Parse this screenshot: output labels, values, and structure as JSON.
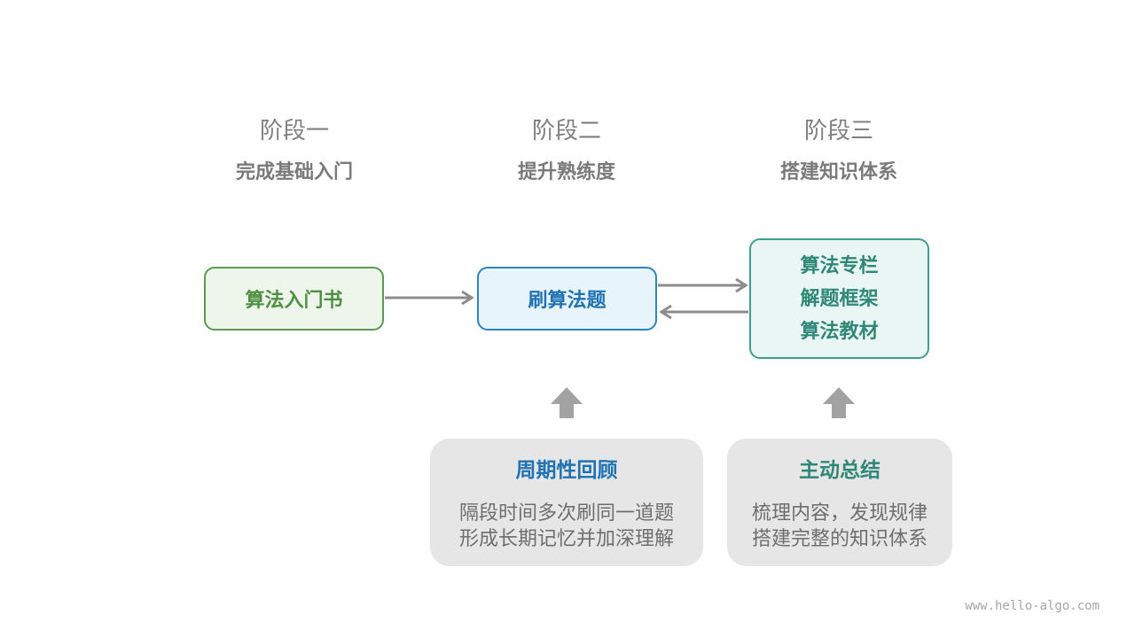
{
  "stages": [
    {
      "title": "阶段一",
      "subtitle": "完成基础入门"
    },
    {
      "title": "阶段二",
      "subtitle": "提升熟练度"
    },
    {
      "title": "阶段三",
      "subtitle": "搭建知识体系"
    }
  ],
  "boxes": {
    "stage1": "算法入门书",
    "stage2": "刷算法题",
    "stage3": [
      "算法专栏",
      "解题框架",
      "算法教材"
    ]
  },
  "cards": [
    {
      "title": "周期性回顾",
      "lines": [
        "隔段时间多次刷同一道题",
        "形成长期记忆并加深理解"
      ],
      "title_color": "#1f72b3"
    },
    {
      "title": "主动总结",
      "lines": [
        "梳理内容，发现规律",
        "搭建完整的知识体系"
      ],
      "title_color": "#2f8877"
    }
  ],
  "colors": {
    "green": "#4f8f43",
    "blue": "#1f72b3",
    "teal": "#2f8877",
    "arrow": "#8c8c8c",
    "card_bg": "#e6e6e6"
  },
  "watermark": "www.hello-algo.com"
}
